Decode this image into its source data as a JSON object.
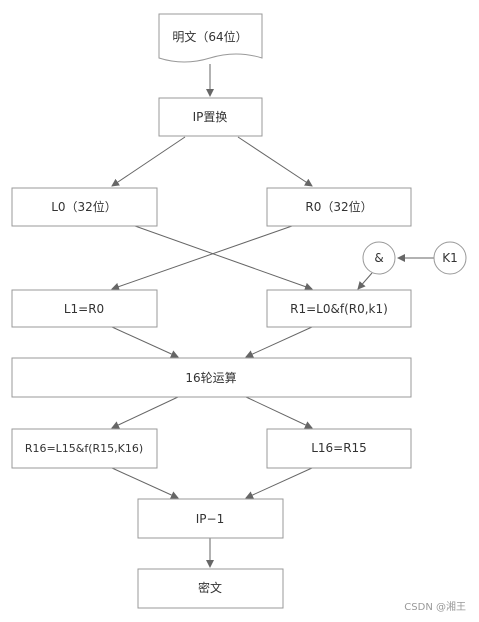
{
  "diagram": {
    "nodes": {
      "plaintext": "明文（64位）",
      "ip": "IP置换",
      "l0": "L0（32位）",
      "r0": "R0（32位）",
      "and_op": "&",
      "k1": "K1",
      "l1": "L1=R0",
      "r1": "R1=L0&f(R0,k1)",
      "rounds": "16轮运算",
      "r16": "R16=L15&f(R15,K16)",
      "l16": "L16=R15",
      "ip_inv": "IP−1",
      "ciphertext": "密文"
    },
    "watermark": "CSDN @湘王"
  }
}
